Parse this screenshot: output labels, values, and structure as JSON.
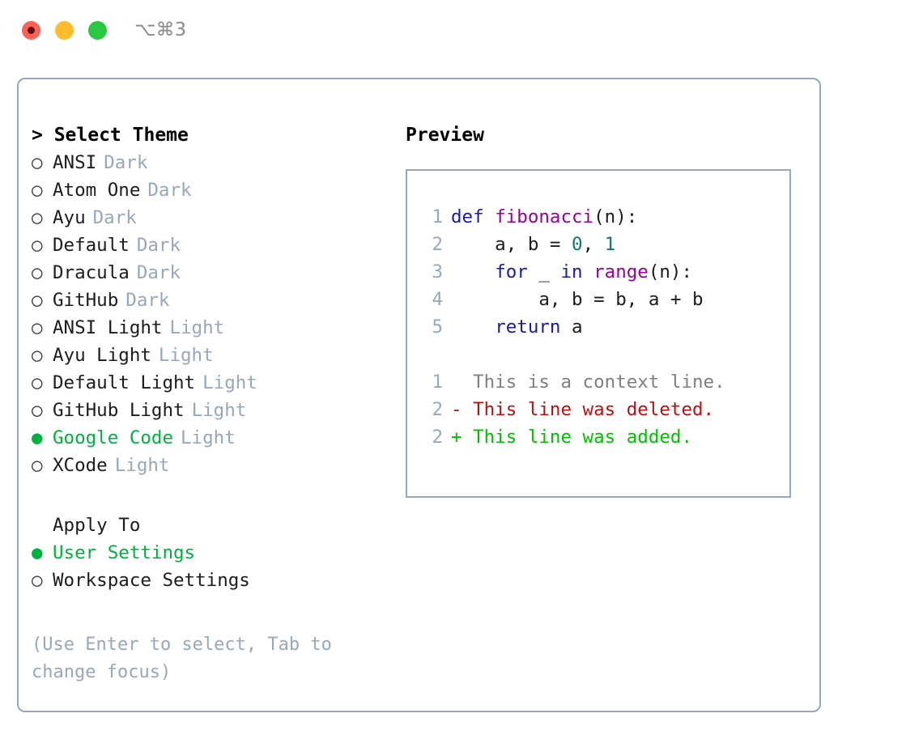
{
  "window": {
    "title": "⌥⌘3",
    "traffic_lights": [
      {
        "name": "close",
        "color": "#ff6058"
      },
      {
        "name": "minimize",
        "color": "#ffbd2e"
      },
      {
        "name": "maximize",
        "color": "#28c840"
      }
    ]
  },
  "theme_picker": {
    "header": "> Select Theme",
    "bullet_selected": "●",
    "bullet_unselected": "○",
    "accent_color": "#00b140",
    "muted_color": "#9aa7b8",
    "items": [
      {
        "name": "ANSI",
        "variant": "Dark",
        "selected": false
      },
      {
        "name": "Atom One",
        "variant": "Dark",
        "selected": false
      },
      {
        "name": "Ayu",
        "variant": "Dark",
        "selected": false
      },
      {
        "name": "Default",
        "variant": "Dark",
        "selected": false
      },
      {
        "name": "Dracula",
        "variant": "Dark",
        "selected": false
      },
      {
        "name": "GitHub",
        "variant": "Dark",
        "selected": false
      },
      {
        "name": "ANSI Light",
        "variant": "Light",
        "selected": false
      },
      {
        "name": "Ayu Light",
        "variant": "Light",
        "selected": false
      },
      {
        "name": "Default Light",
        "variant": "Light",
        "selected": false
      },
      {
        "name": "GitHub Light",
        "variant": "Light",
        "selected": false
      },
      {
        "name": "Google Code",
        "variant": "Light",
        "selected": true
      },
      {
        "name": "XCode",
        "variant": "Light",
        "selected": false
      }
    ]
  },
  "apply_to": {
    "label": "Apply To",
    "options": [
      {
        "name": "User Settings",
        "selected": true
      },
      {
        "name": "Workspace Settings",
        "selected": false
      }
    ]
  },
  "hint": "(Use Enter to select, Tab to change focus)",
  "preview": {
    "title": "Preview",
    "code_lines": [
      {
        "number": "1",
        "tokens": [
          {
            "text": "def ",
            "type": "kw"
          },
          {
            "text": "fibonacci",
            "type": "fn"
          },
          {
            "text": "(n):",
            "type": "pl"
          }
        ]
      },
      {
        "number": "2",
        "tokens": [
          {
            "text": "    a, b = ",
            "type": "pl"
          },
          {
            "text": "0",
            "type": "num"
          },
          {
            "text": ", ",
            "type": "pl"
          },
          {
            "text": "1",
            "type": "num"
          }
        ]
      },
      {
        "number": "3",
        "tokens": [
          {
            "text": "    ",
            "type": "pl"
          },
          {
            "text": "for",
            "type": "kw"
          },
          {
            "text": " _ ",
            "type": "pl"
          },
          {
            "text": "in",
            "type": "kw"
          },
          {
            "text": " ",
            "type": "pl"
          },
          {
            "text": "range",
            "type": "fn"
          },
          {
            "text": "(n):",
            "type": "pl"
          }
        ]
      },
      {
        "number": "4",
        "tokens": [
          {
            "text": "        a, b = b, a + b",
            "type": "pl"
          }
        ]
      },
      {
        "number": "5",
        "tokens": [
          {
            "text": "    ",
            "type": "pl"
          },
          {
            "text": "return",
            "type": "kw"
          },
          {
            "text": " a",
            "type": "pl"
          }
        ]
      }
    ],
    "diff_lines": [
      {
        "number": "1",
        "marker": " ",
        "text": " This is a context line.",
        "type": "ctx"
      },
      {
        "number": "2",
        "marker": "-",
        "text": " This line was deleted.",
        "type": "del"
      },
      {
        "number": "2",
        "marker": "+",
        "text": " This line was added.",
        "type": "add"
      }
    ],
    "colors": {
      "keyword": "#1a1aa6",
      "function": "#990099",
      "number": "#0b7a72",
      "plain": "#1c1c1c",
      "line_number": "#9aa7b8",
      "diff_context": "#808080",
      "diff_deleted": "#bb1010",
      "diff_added": "#00c000",
      "border": "#9aa7b8"
    }
  }
}
